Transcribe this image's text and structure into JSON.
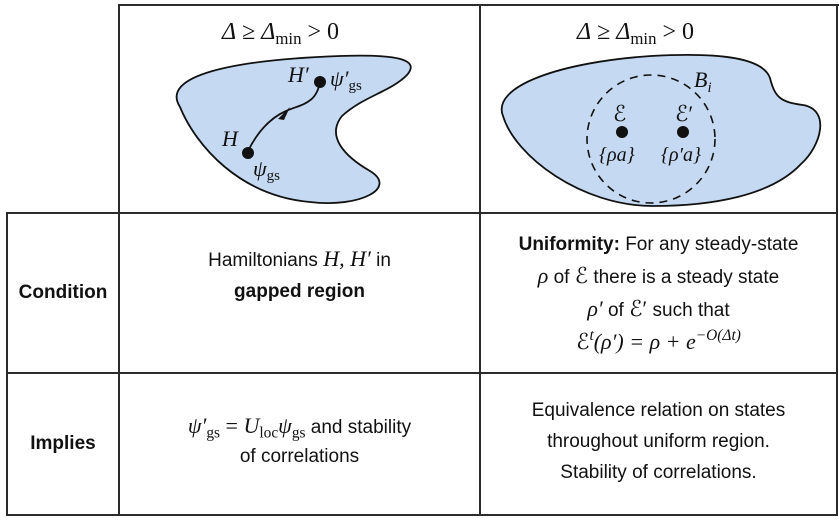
{
  "header": {
    "left": {
      "formula": "Δ ≥ Δmin > 0",
      "formula_parts": {
        "delta": "Δ",
        "geq": "≥",
        "delta_min": "Δ",
        "min_sub": "min",
        "gt_zero": "> 0"
      },
      "diagram": {
        "region_fill": "#c5daf2",
        "start_label": "H",
        "start_state": "ψ",
        "start_state_sub": "gs",
        "end_label": "H′",
        "end_state": "ψ′",
        "end_state_sub": "gs"
      }
    },
    "right": {
      "formula": "Δ ≥ Δmin > 0",
      "formula_parts": {
        "delta": "Δ",
        "geq": "≥",
        "delta_min": "Δ",
        "min_sub": "min",
        "gt_zero": "> 0"
      },
      "diagram": {
        "region_fill": "#c5daf2",
        "ball_label": "B",
        "ball_sub": "i",
        "channel_1": "ℰ",
        "channel_2": "ℰ′",
        "states_1": "{ρa}",
        "states_2": "{ρ′a}"
      }
    }
  },
  "rows": [
    {
      "label": "Condition",
      "left": {
        "text_1": "Hamiltonians ",
        "math_1": "H, H′",
        "text_2": " in",
        "bold": "gapped region"
      },
      "right": {
        "bold": "Uniformity:",
        "line_1": " For any steady-state",
        "rho": "ρ",
        "of": " of ",
        "eps": "ℰ",
        "line_2": "  there is a steady state",
        "rho_prime": "ρ′",
        "of2": " of ",
        "eps_prime": "ℰ′",
        "line_3": " such that",
        "equation_lhs": "ℰ",
        "equation_sup": "t",
        "equation_mid": "(ρ′) = ρ + ",
        "equation_e": "e",
        "equation_exp": "−O(Δt)"
      }
    },
    {
      "label": "Implies",
      "left": {
        "psi_prime": "ψ′",
        "gs": "gs",
        "eq": " = ",
        "U": "U",
        "loc": "loc",
        "psi": "ψ",
        "gs2": "gs",
        "text_1": " and stability",
        "text_2": "of correlations"
      },
      "right": {
        "line_1": "Equivalence relation on states",
        "line_2": "throughout uniform region.",
        "line_3": "Stability of correlations."
      }
    }
  ]
}
